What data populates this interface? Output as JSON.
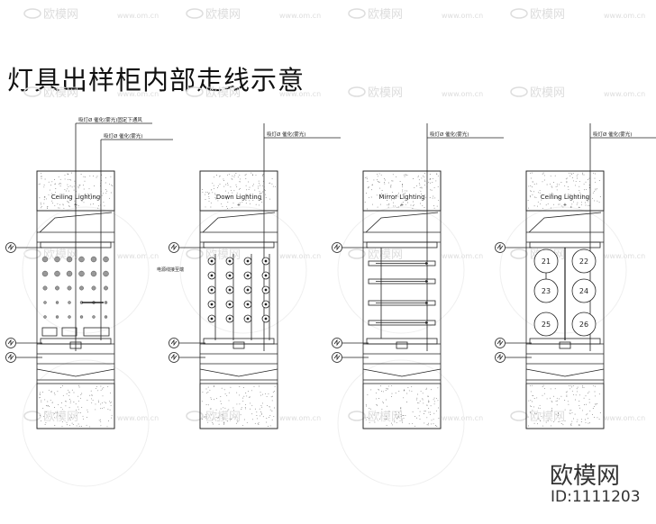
{
  "page_title": "灯具出样柜内部走线示意",
  "watermark": {
    "logo_text": "欧模网",
    "id_text": "ID:1111203",
    "tile_text": "欧模网",
    "tile_url": "www.om.cn",
    "color": "#dddddd"
  },
  "line_color": "#222222",
  "cabinets": [
    {
      "lighting_label": "Ceiling Lighting",
      "callout_top": "吸灯Ø  催化(雾光)固定下通风",
      "callout_second": "吸灯Ø  催化(雾光)",
      "fixture_type": "dots"
    },
    {
      "lighting_label": "Down Lighting",
      "callout_top": "吸灯Ø  催化(雾光)",
      "side_note": "电源线接至端",
      "fixture_type": "downlights"
    },
    {
      "lighting_label": "Mirror Lighting",
      "callout_top": "吸灯Ø  催化(雾光)",
      "fixture_type": "bars"
    },
    {
      "lighting_label": "Ceiling Lighting",
      "callout_top": "吸灯Ø  催化(雾光)",
      "fixture_type": "rings",
      "ring_labels": [
        "21",
        "22",
        "23",
        "24",
        "25",
        "26"
      ]
    }
  ]
}
